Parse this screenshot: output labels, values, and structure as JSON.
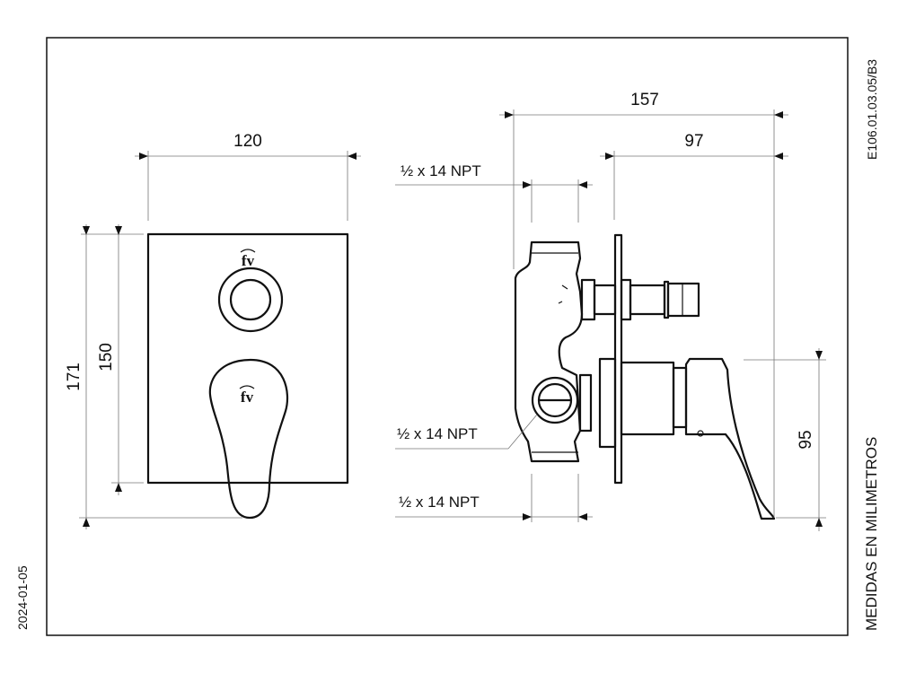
{
  "drawing_code": "E106.01.03.05/B3",
  "date": "2024-01-05",
  "units_note": "MEDIDAS EN MILIMETROS",
  "dimensions": {
    "plate_width": "120",
    "overall_height": "171",
    "plate_height": "150",
    "total_depth": "157",
    "depth_from_plate": "97",
    "lever_height": "95"
  },
  "thread_labels": {
    "top": "½ x 14 NPT",
    "middle": "½ x 14 NPT",
    "bottom": "½ x 14 NPT"
  },
  "logo_text": "fv"
}
